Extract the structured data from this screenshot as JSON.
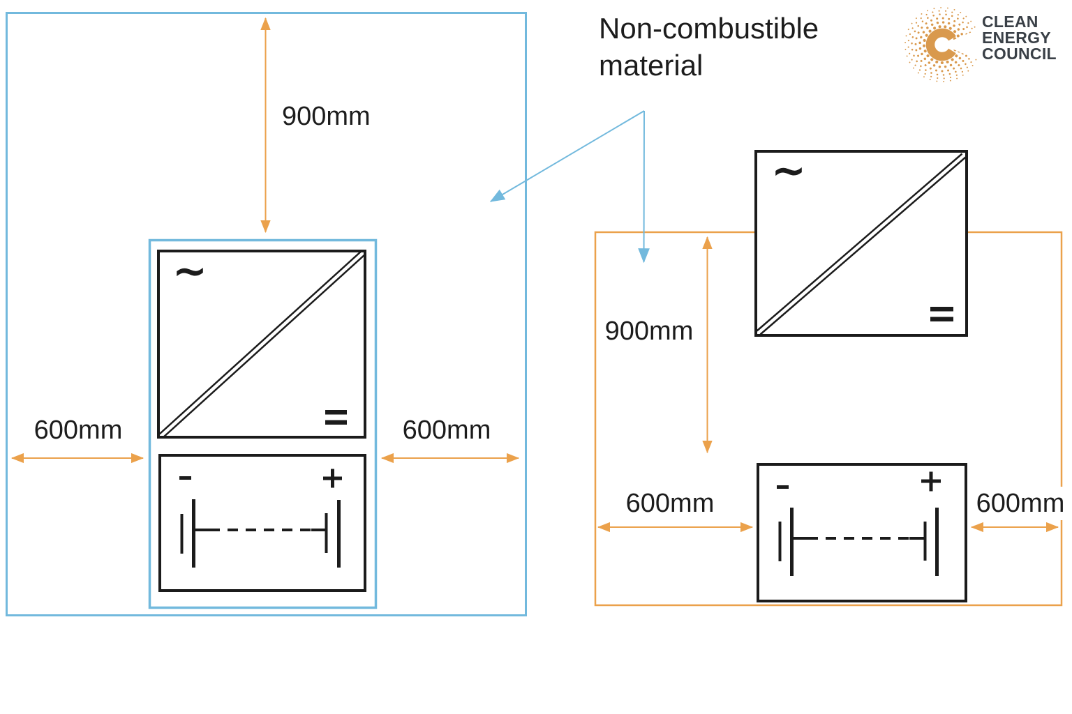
{
  "annotation": {
    "label_line1": "Non-combustible",
    "label_line2": "material"
  },
  "logo": {
    "monogram": "C",
    "org_line1": "CLEAN",
    "org_line2": "ENERGY",
    "org_line3": "COUNCIL"
  },
  "colors": {
    "boundary_blue": "#72b9dd",
    "dimension_orange": "#eba14b",
    "line_black": "#1b1b1b",
    "logo_orange": "#d9994d",
    "logo_text_gray": "#3a4047"
  },
  "left_diagram": {
    "top_clearance": "900mm",
    "left_clearance": "600mm",
    "right_clearance": "600mm",
    "inverter": {
      "ac_symbol": "~",
      "dc_symbol": "="
    },
    "battery": {
      "negative_symbol": "-",
      "positive_symbol": "+"
    }
  },
  "right_diagram": {
    "top_clearance": "900mm",
    "left_clearance": "600mm",
    "right_clearance": "600mm",
    "inverter": {
      "ac_symbol": "~",
      "dc_symbol": "="
    },
    "battery": {
      "negative_symbol": "-",
      "positive_symbol": "+"
    }
  }
}
